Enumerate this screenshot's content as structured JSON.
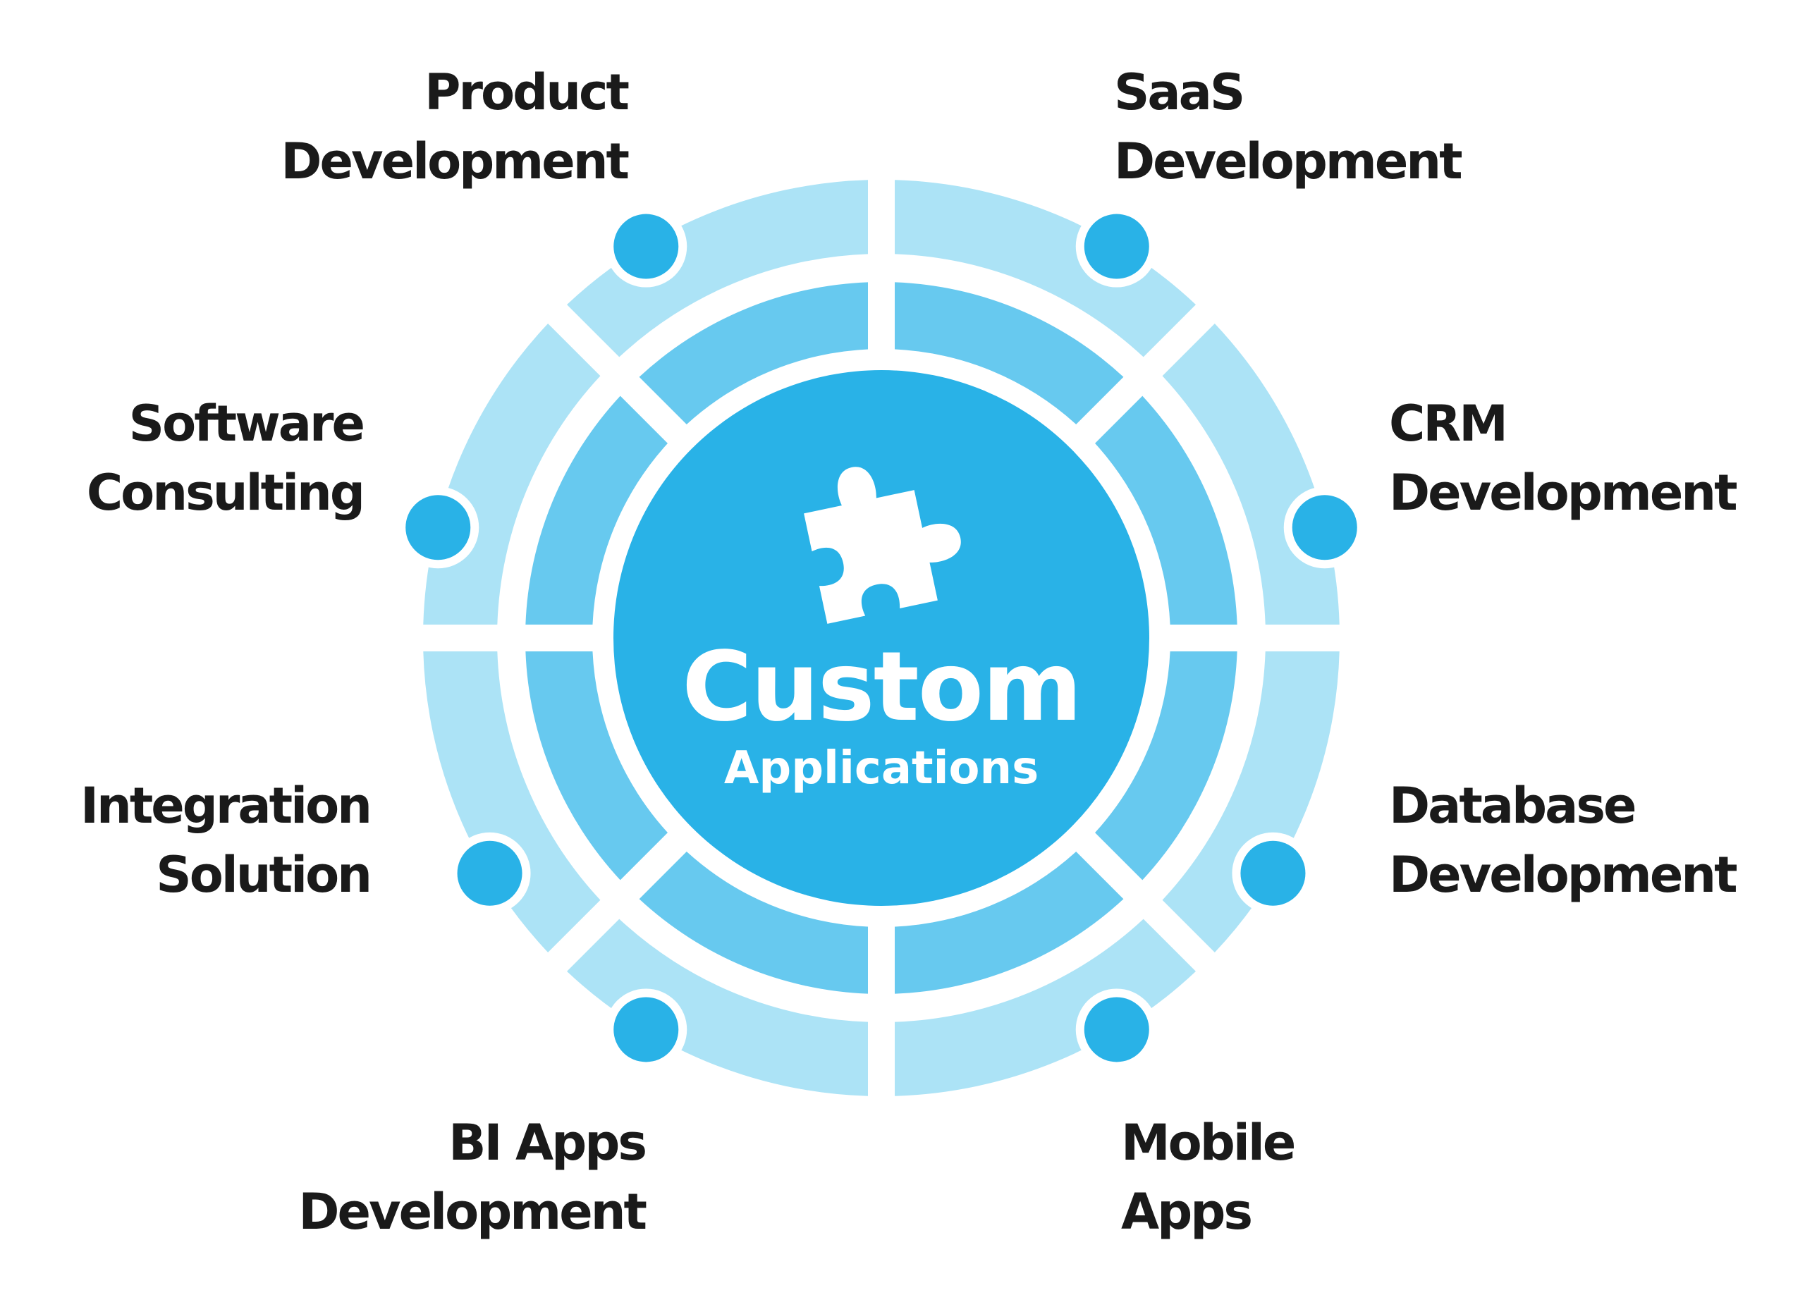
{
  "center": {
    "title": "Custom",
    "subtitle": "Applications",
    "icon": "puzzle-piece-icon"
  },
  "nodes": [
    {
      "id": "product-development",
      "line1": "Product",
      "line2": "Development"
    },
    {
      "id": "saas-development",
      "line1": "SaaS",
      "line2": "Development"
    },
    {
      "id": "crm-development",
      "line1": "CRM",
      "line2": "Development"
    },
    {
      "id": "database-development",
      "line1": "Database",
      "line2": "Development"
    },
    {
      "id": "mobile-apps",
      "line1": "Mobile",
      "line2": "Apps"
    },
    {
      "id": "bi-apps-development",
      "line1": "BI Apps",
      "line2": "Development"
    },
    {
      "id": "integration-solution",
      "line1": "Integration",
      "line2": "Solution"
    },
    {
      "id": "software-consulting",
      "line1": "Software",
      "line2": "Consulting"
    }
  ],
  "colors": {
    "outer_ring": "#ace3f6",
    "middle_ring": "#67c9ef",
    "core": "#29b2e7",
    "node_dot": "#29b2e7",
    "label_text": "#1a1a1a",
    "center_text": "#ffffff"
  }
}
